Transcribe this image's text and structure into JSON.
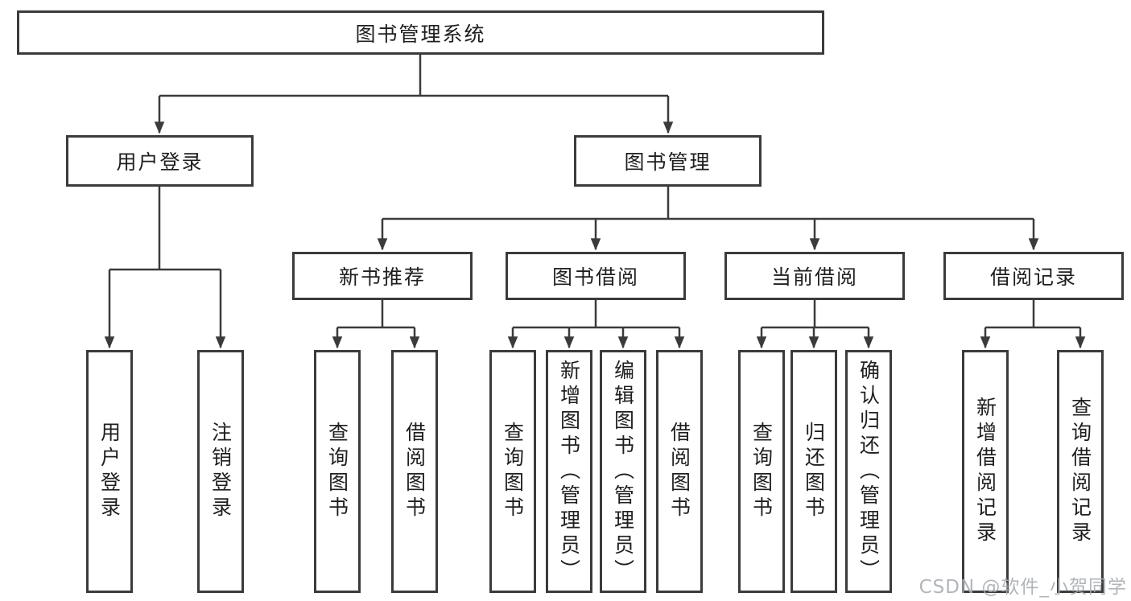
{
  "colors": {
    "line": "#3b3b3b",
    "box_border": "#3b3b3b",
    "box_background": "#ffffff",
    "text": "#1f1f1f",
    "watermark": "#a8adb2"
  },
  "watermark": {
    "text": "CSDN @软件_小贺同学"
  },
  "tree": {
    "root": {
      "label": "图书管理系统",
      "children": [
        {
          "label": "用户登录",
          "children": [
            {
              "label": "用户登录"
            },
            {
              "label": "注销登录"
            }
          ]
        },
        {
          "label": "图书管理",
          "children": [
            {
              "label": "新书推荐",
              "children": [
                {
                  "label": "查询图书"
                },
                {
                  "label": "借阅图书"
                }
              ]
            },
            {
              "label": "图书借阅",
              "children": [
                {
                  "label": "查询图书"
                },
                {
                  "label": "新增图书（管理员）"
                },
                {
                  "label": "编辑图书（管理员）"
                },
                {
                  "label": "借阅图书"
                }
              ]
            },
            {
              "label": "当前借阅",
              "children": [
                {
                  "label": "查询图书"
                },
                {
                  "label": "归还图书"
                },
                {
                  "label": "确认归还（管理员）"
                }
              ]
            },
            {
              "label": "借阅记录",
              "children": [
                {
                  "label": "新增借阅记录"
                },
                {
                  "label": "查询借阅记录"
                }
              ]
            }
          ]
        }
      ]
    }
  }
}
